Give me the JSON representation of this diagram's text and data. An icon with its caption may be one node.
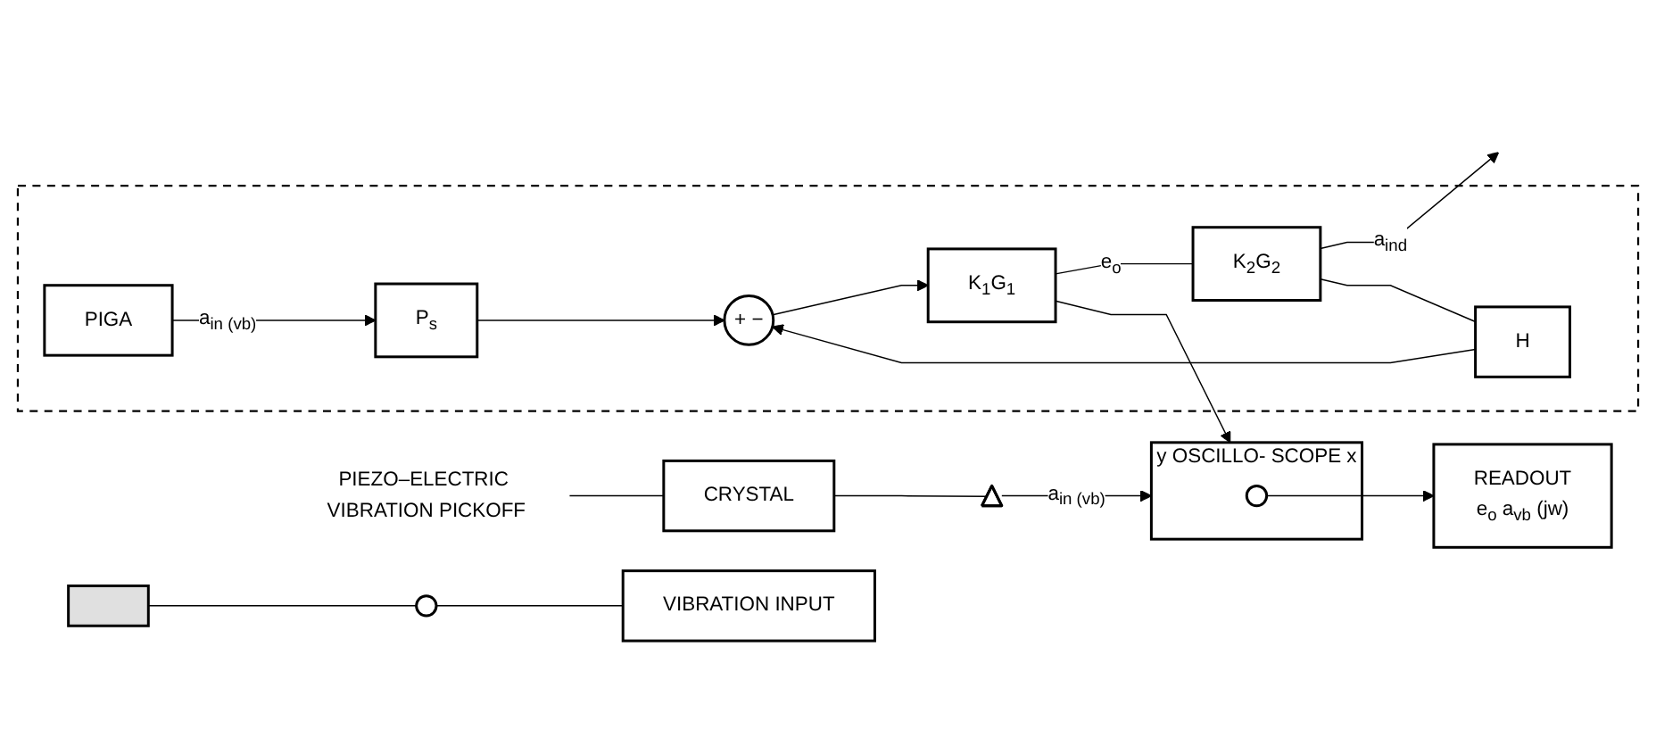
{
  "diagram": {
    "nodes": [
      {
        "text": [],
        "shape": "box"
      },
      {
        "text": [],
        "shape": "circle"
      },
      {
        "text": [
          "VIBRATION INPUT"
        ]
      },
      {
        "text": [
          "PIEZO–ELECTRIC VIBRATION PICKOFF"
        ]
      },
      {
        "text": [
          "CRYSTAL"
        ]
      },
      {
        "text": [],
        "shape": "triangle"
      },
      {
        "text": [
          "y",
          "OSCILLO- SCOPE",
          "x"
        ]
      },
      {
        "text": [],
        "shape": "circle",
        "in": 6
      },
      {
        "text": [
          "READOUT",
          "e$_{o}$ a$_{vb}$ (jw)"
        ]
      },
      {
        "text": [],
        "shape": "box"
      },
      {
        "text": [
          "PIGA"
        ],
        "in": 9
      },
      {
        "text": [
          "P$_{s}$"
        ],
        "in": 9
      },
      {
        "text": [
          "+",
          "−"
        ],
        "in": 9
      },
      {
        "text": [
          "K$_{1}$G$_{1}$"
        ],
        "in": 9
      },
      {
        "text": [
          "K$_{2}$G$_{2}$"
        ],
        "in": 9
      },
      {
        "text": [
          "H"
        ],
        "in": 9
      }
    ],
    "edges": [
      {
        "from": 0,
        "to": 1,
        "arrow": "none"
      },
      {
        "from": 1,
        "to": 2,
        "arrow": "none"
      },
      {
        "from": 3,
        "to": 4,
        "arrow": "none"
      },
      {
        "from": 4,
        "to": 5,
        "arrow": "none"
      },
      {
        "from": 5,
        "to": 6,
        "arrow": "to",
        "label": "a$_{in (vb)}$"
      },
      {
        "from": 7,
        "to": 8,
        "arrow": "to"
      },
      {
        "from": 10,
        "to": 11,
        "arrow": "to",
        "label": "a$_{in (vb)}$"
      },
      {
        "from": 11,
        "to": 12,
        "arrow": "to"
      },
      {
        "from": 12,
        "to": 13,
        "arrow": "to"
      },
      {
        "from": 13,
        "to": 14,
        "arrow": "none",
        "label": "e$_{o}$"
      },
      {
        "from": 13,
        "to": 6,
        "arrow": "to"
      },
      {
        "from": 14,
        "to": null,
        "arrow": "to",
        "label": "a$_{ind}$"
      },
      {
        "from": 14,
        "to": 15,
        "arrow": "none"
      },
      {
        "from": 15,
        "to": 12,
        "arrow": "to"
      }
    ]
  }
}
